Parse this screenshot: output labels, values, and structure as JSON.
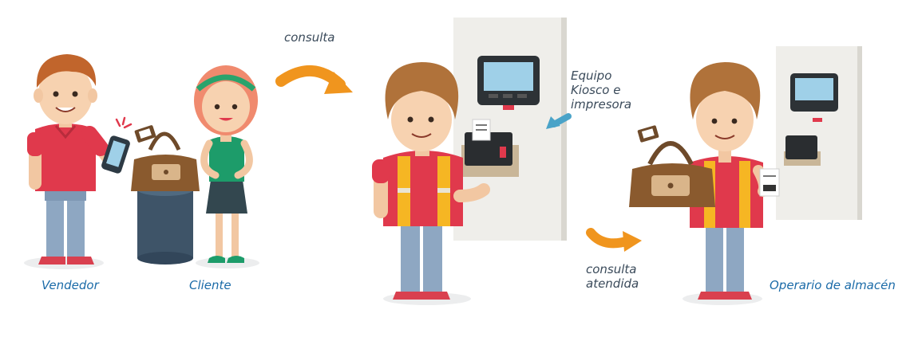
{
  "labels": {
    "vendedor": "Vendedor",
    "cliente": "Cliente",
    "consulta": "consulta",
    "equipo_line1": "Equipo",
    "equipo_line2": "Kiosco e",
    "equipo_line3": "impresora",
    "atendida_line1": "consulta",
    "atendida_line2": "atendida",
    "operario": "Operario de almacén"
  },
  "colors": {
    "arrow_orange": "#f0951e",
    "arrow_blue": "#4aa3c8",
    "label_blue": "#1b6ba8",
    "label_dark": "#3a4a5a",
    "shirt_red": "#e0394c",
    "vest_yellow": "#f6b623",
    "jeans_blue": "#8ea7c2",
    "bag_brown": "#8a5a2e",
    "cliente_shirt": "#1d9c6a",
    "kiosk_wall": "#efeeea",
    "pedestal": "#3e5468"
  },
  "icons": [
    "mobile-phone-icon",
    "barcode-tag-icon",
    "kiosk-screen-icon",
    "printer-icon",
    "receipt-icon",
    "handbag-icon",
    "pedestal-icon"
  ]
}
